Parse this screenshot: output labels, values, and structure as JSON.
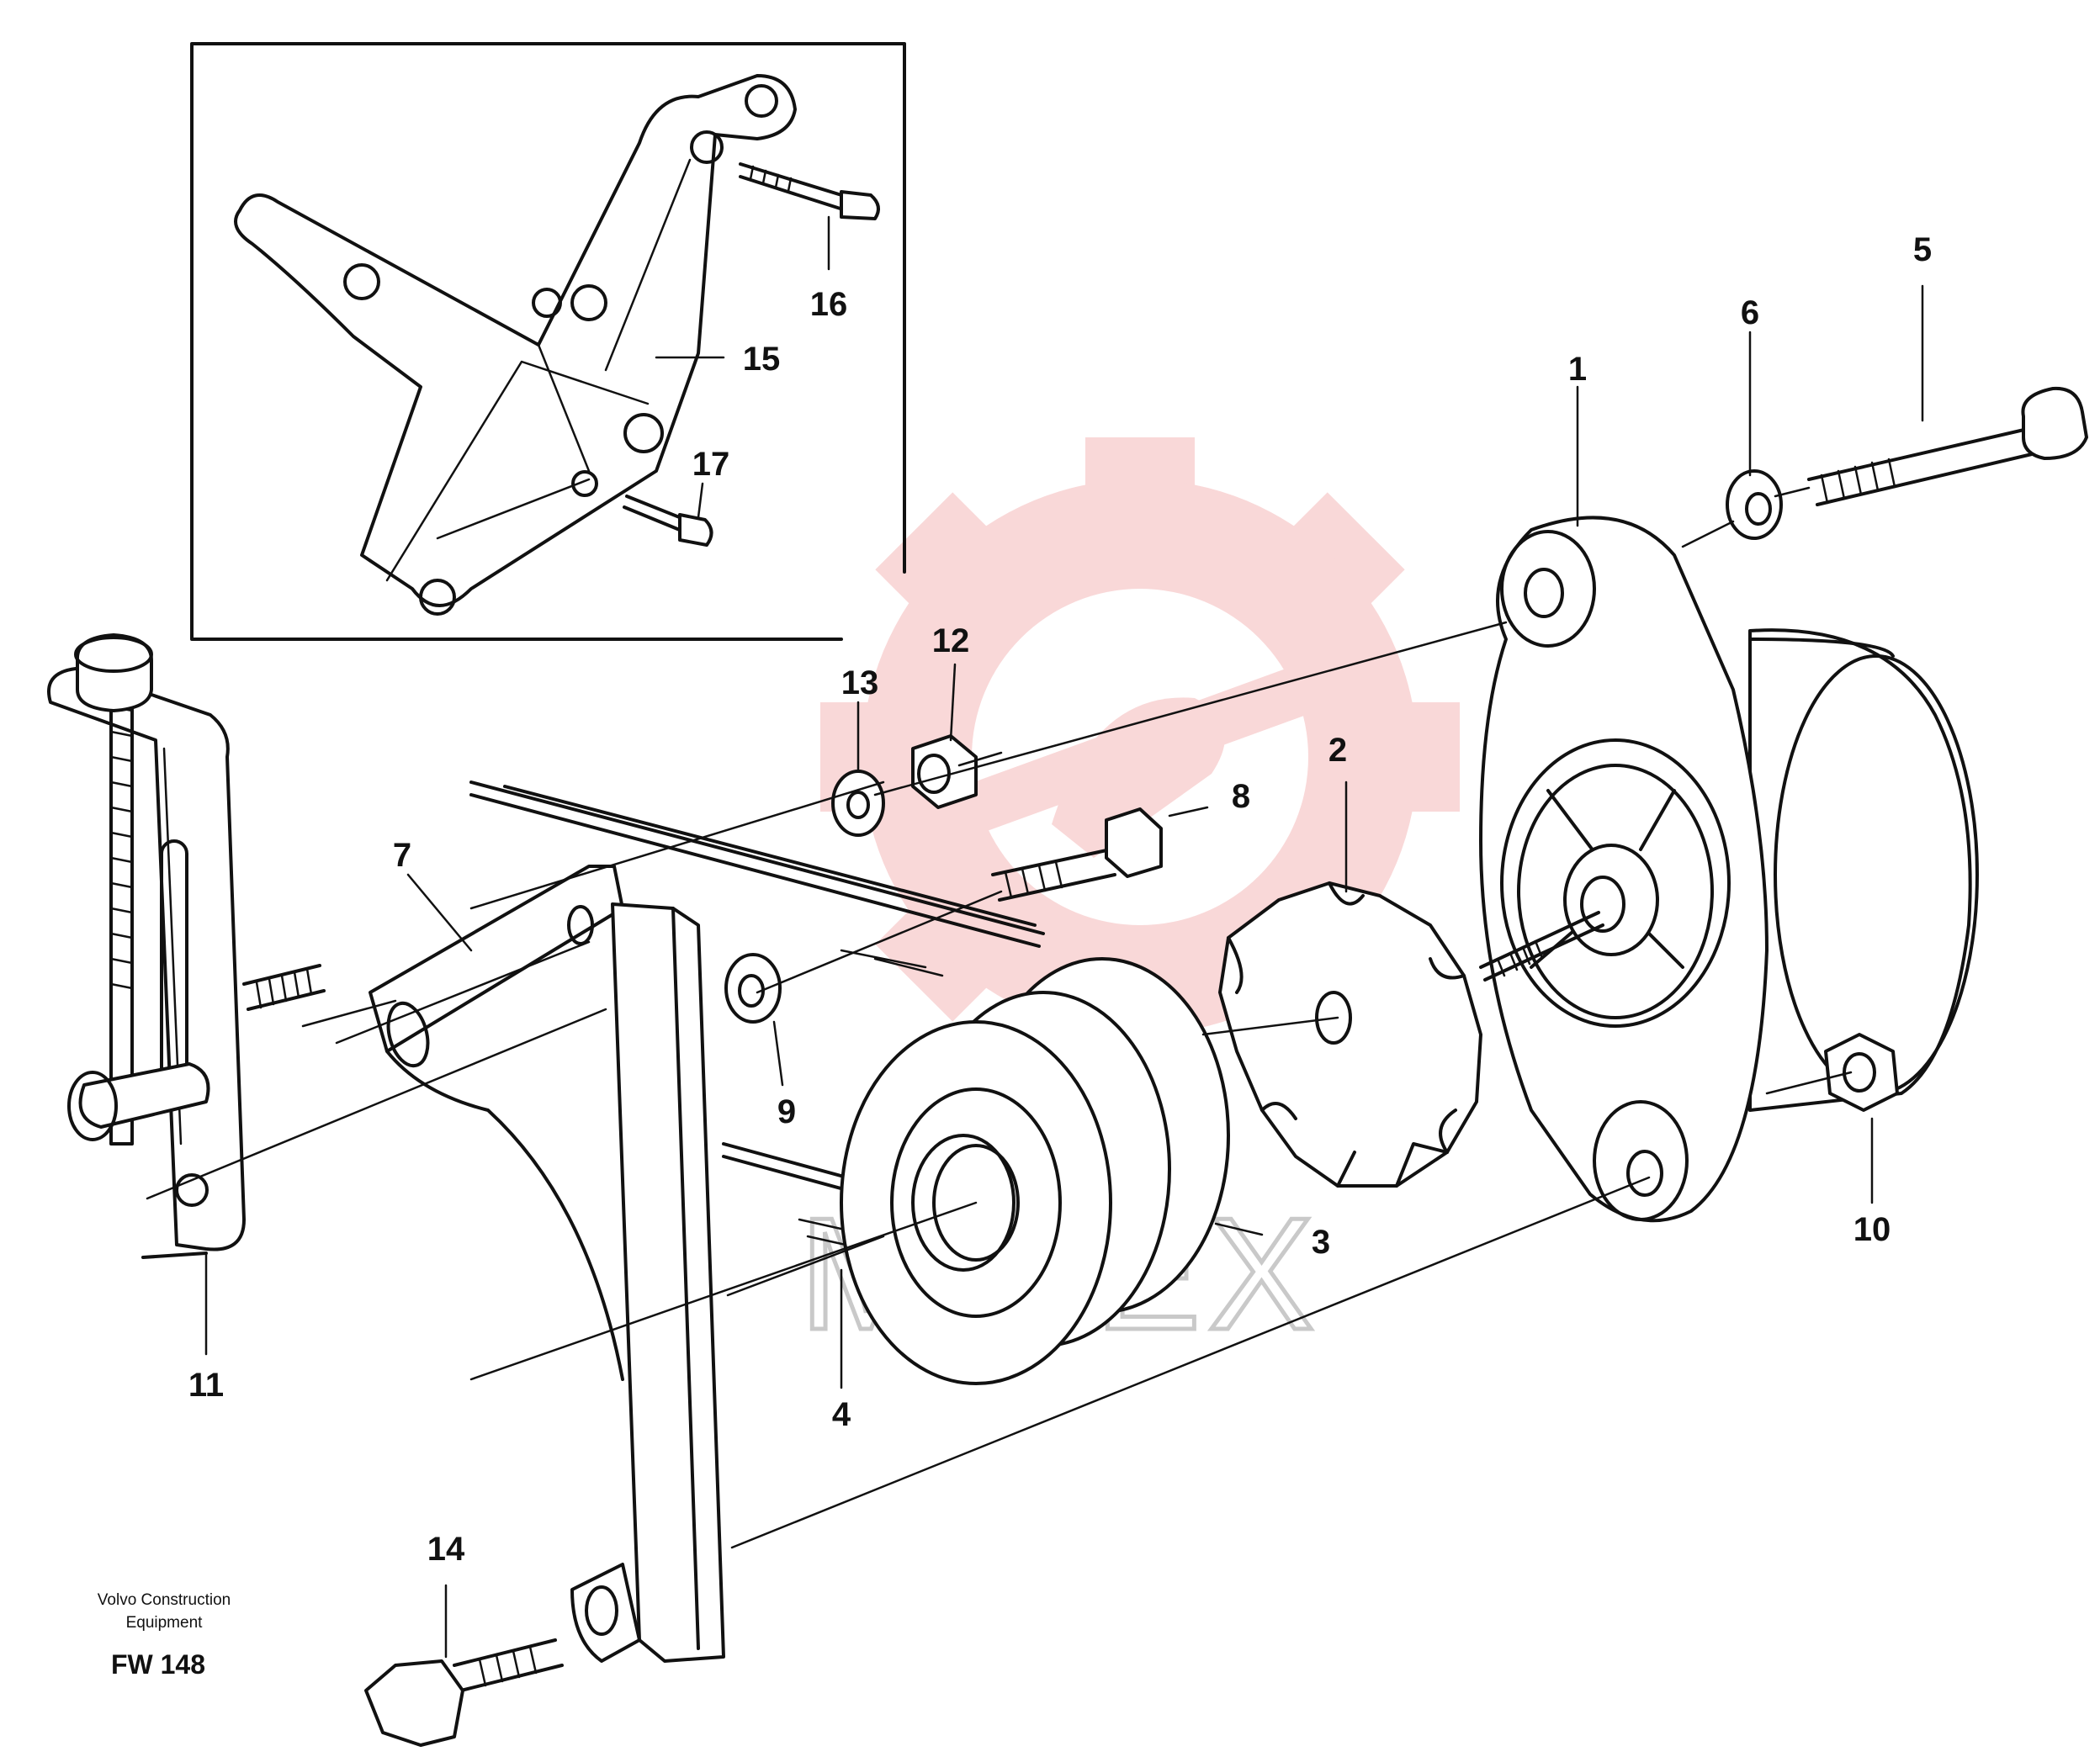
{
  "callouts": {
    "c1": "1",
    "c2": "2",
    "c3": "3",
    "c4": "4",
    "c5": "5",
    "c6": "6",
    "c7": "7",
    "c8": "8",
    "c9": "9",
    "c10": "10",
    "c11": "11",
    "c12": "12",
    "c13": "13",
    "c14": "14",
    "c15": "15",
    "c16": "16",
    "c17": "17"
  },
  "caption": {
    "line1": "Volvo Construction",
    "line2": "Equipment",
    "code": "FW 148"
  },
  "watermark": {
    "text": "MITEX",
    "color": "#f4b8b8"
  }
}
